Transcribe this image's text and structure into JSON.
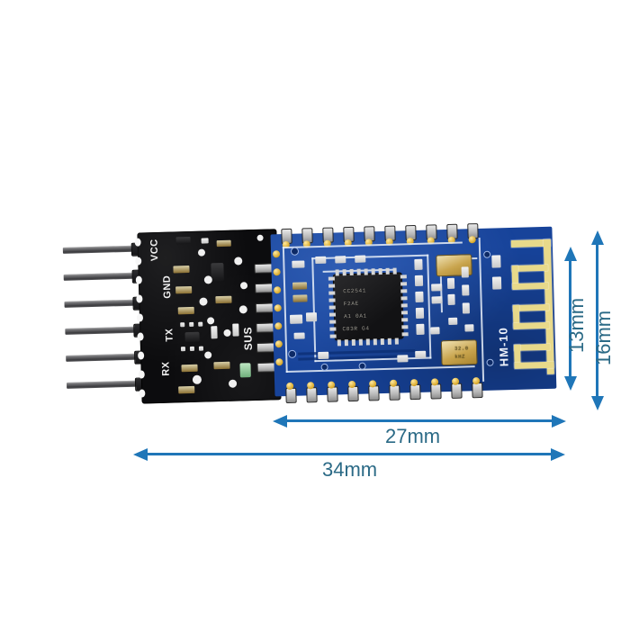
{
  "scene": {
    "subject": "HM-10 CC2541 Bluetooth BLE module board photo with dimension callouts",
    "background_color": "#ffffff"
  },
  "board": {
    "black_section_color": "#0c0c0e",
    "blue_section_color": "#17439a",
    "gold_color": "#e8d98a",
    "silkscreen_color": "#f2f2f2",
    "pin_labels": [
      {
        "label": "VCC"
      },
      {
        "label": "GND"
      },
      {
        "label": "TX"
      },
      {
        "label": "RX"
      }
    ],
    "signal_label": "SUS",
    "module_name": "HM-10",
    "chip_markings": [
      "CC2541",
      "F2AE",
      "A1  0A1",
      "C83R  G4"
    ],
    "crystal_markings": [
      "32.0",
      "kHZ"
    ],
    "header_pin_count": 6
  },
  "dimensions": {
    "accent_color": "#1f76b8",
    "label_color": "#2b6a86",
    "callouts": [
      {
        "name": "width-overall",
        "value": "34mm",
        "orientation": "horizontal"
      },
      {
        "name": "width-pcb",
        "value": "27mm",
        "orientation": "horizontal"
      },
      {
        "name": "height-pcb",
        "value": "13mm",
        "orientation": "vertical"
      },
      {
        "name": "height-overall",
        "value": "16mm",
        "orientation": "vertical"
      }
    ]
  }
}
